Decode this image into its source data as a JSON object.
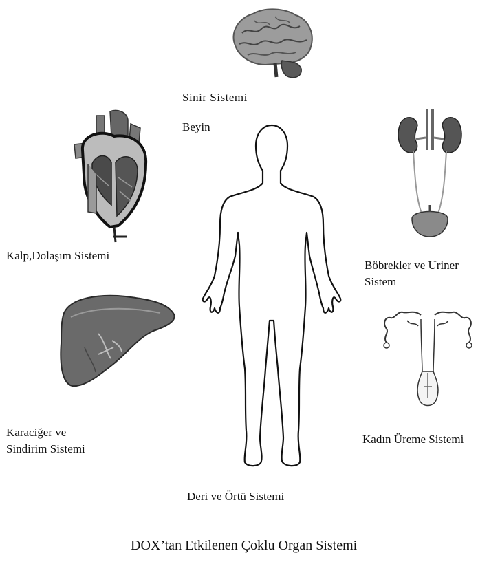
{
  "labels": {
    "brain_line1": "Sinir Sistemi",
    "brain_line2": "Beyin",
    "heart": "Kalp,Dolaşım Sistemi",
    "kidney_line1": "Böbrekler ve Uriner",
    "kidney_line2": "Sistem",
    "liver_line1": "Karaciğer ve",
    "liver_line2": "Sindirim Sistemi",
    "female": "Kadın Üreme Sistemi",
    "skin": "Deri ve Örtü Sistemi"
  },
  "caption": "DOX’tan Etkilenen Çoklu Organ Sistemi",
  "icons": {
    "brain": "brain-icon",
    "heart": "heart-icon",
    "kidney": "kidney-urinary-icon",
    "liver": "liver-icon",
    "female": "uterus-icon",
    "body": "human-body-outline"
  }
}
